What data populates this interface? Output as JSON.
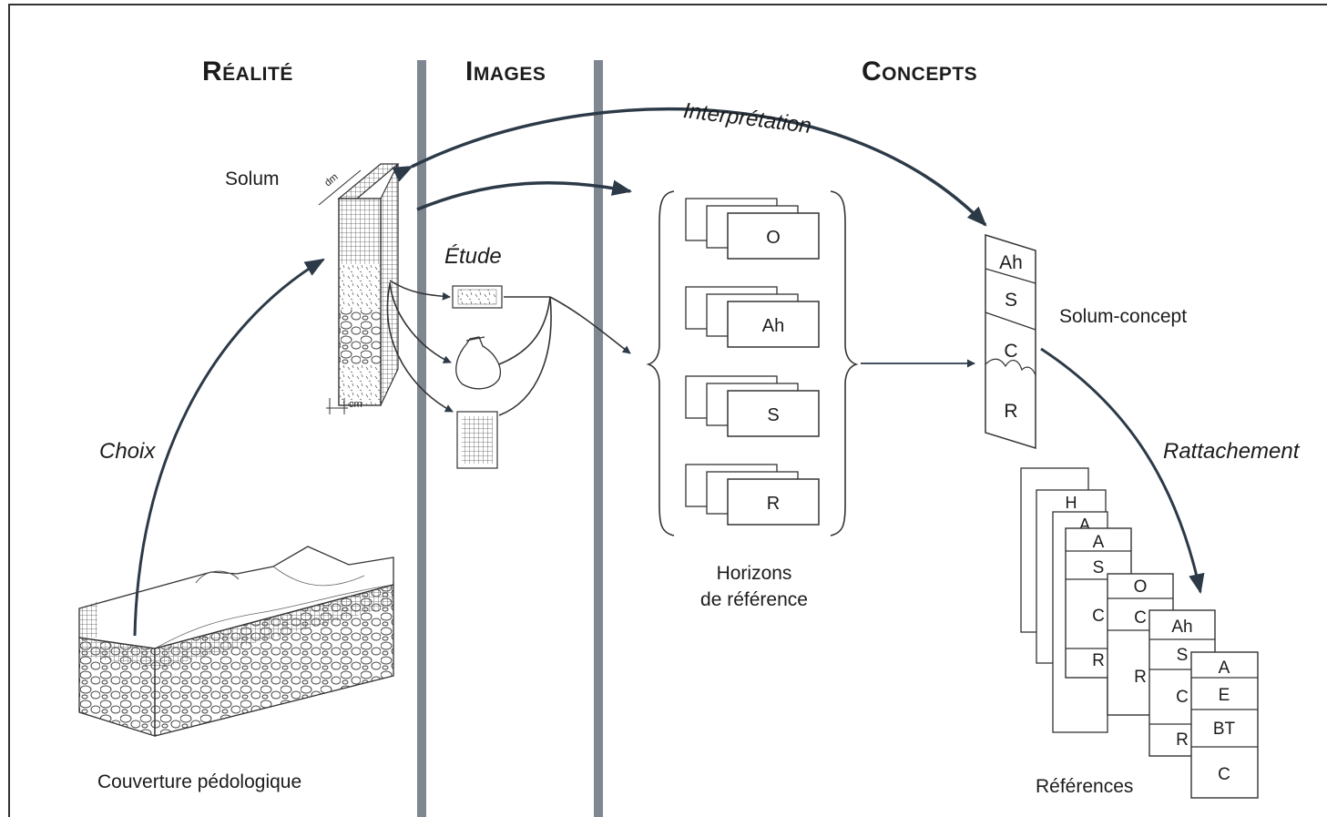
{
  "headers": {
    "realite": "Réalité",
    "images": "Images",
    "concepts": "Concepts"
  },
  "labels": {
    "interpretation": "Interprétation",
    "solum": "Solum",
    "etude": "Étude",
    "choix": "Choix",
    "rattachement": "Rattachement",
    "solum_concept": "Solum-concept",
    "horizons_line1": "Horizons",
    "horizons_line2": "de référence",
    "couverture": "Couverture pédologique",
    "references": "Références",
    "dm": "dm",
    "cm": "cm"
  },
  "reference_horizons": [
    "O",
    "Ah",
    "S",
    "R"
  ],
  "solum_concept_layers": [
    "Ah",
    "S",
    "C",
    "R"
  ],
  "reference_cards": [
    {
      "layers": [
        "H"
      ]
    },
    {
      "layers": [
        "A"
      ]
    },
    {
      "layers": [
        "A",
        "S",
        "C",
        "R"
      ]
    },
    {
      "layers": [
        "O",
        "C",
        "R"
      ]
    },
    {
      "layers": [
        "Ah",
        "S",
        "C",
        "R"
      ]
    },
    {
      "layers": [
        "A",
        "E",
        "BT",
        "C"
      ]
    }
  ],
  "colors": {
    "divider": "#7f8791",
    "ink": "#1c1c1c",
    "arrow": "#2c3a48"
  }
}
